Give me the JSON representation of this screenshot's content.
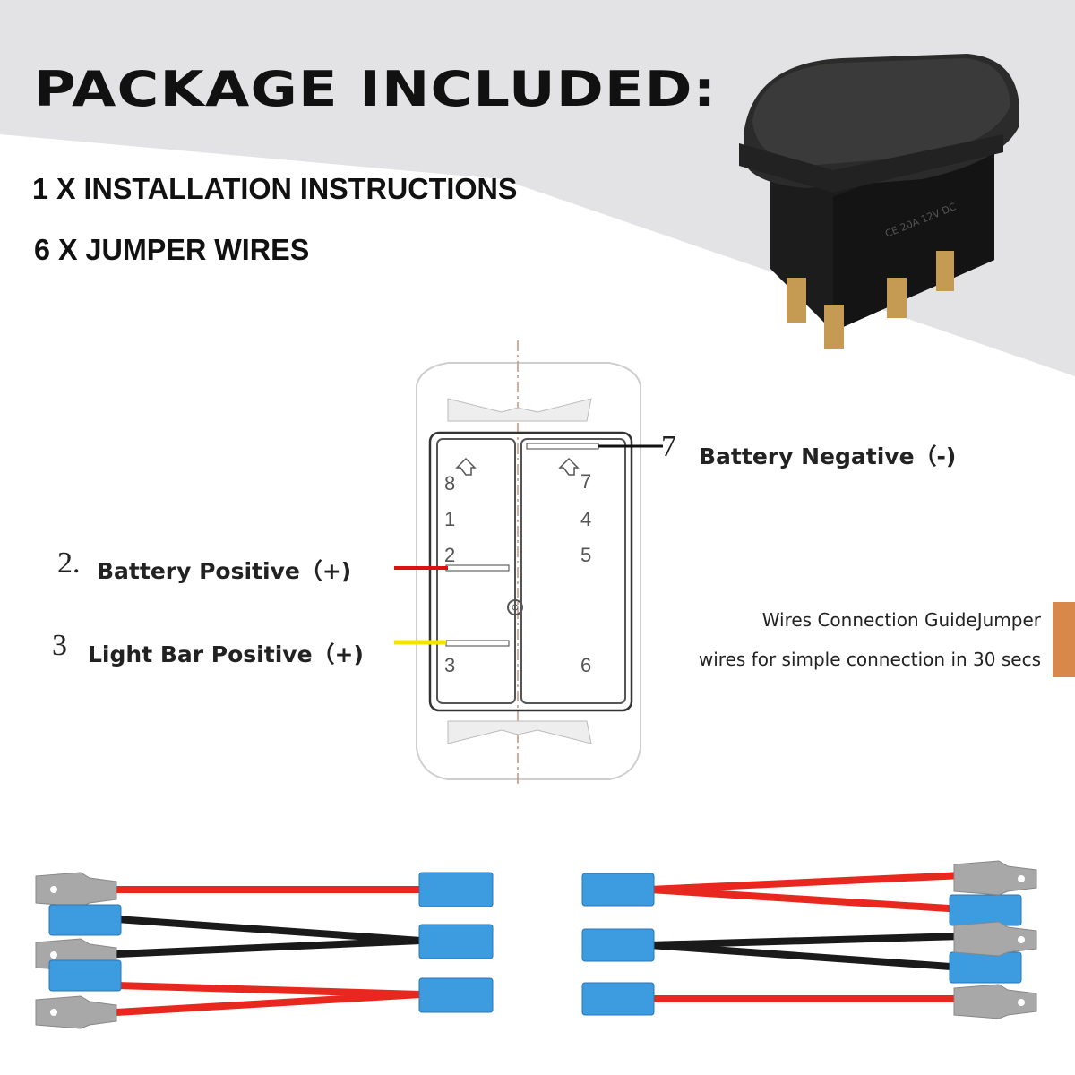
{
  "heading": "PACKAGE INCLUDED:",
  "package_items": [
    "1 X INSTALLATION INSTRUCTIONS",
    "6  X JUMPER WIRES"
  ],
  "diagram": {
    "pin_labels_left": [
      "8",
      "1",
      "2",
      "3"
    ],
    "pin_labels_right": [
      "7",
      "4",
      "5",
      "6"
    ],
    "connections": [
      {
        "number": "7",
        "label": "Battery Negative（-)"
      },
      {
        "number": "2.",
        "label": "Battery Positive（+)"
      },
      {
        "number": "3",
        "label": "Light Bar Positive（+)"
      }
    ],
    "wire_colors": {
      "negative": "#111111",
      "positive": "#e01010",
      "light_bar": "#f2e400"
    }
  },
  "guide_lines": [
    "Wires Connection GuideJumper",
    "wires for simple connection in 30 secs"
  ],
  "colors": {
    "accent_tab": "#d9884c",
    "background_band": "#e3e3e5",
    "connector_blue": "#3d9be0",
    "connector_grey": "#a8a8a8",
    "wire_red": "#e8281e",
    "wire_black": "#1a1a1a"
  }
}
